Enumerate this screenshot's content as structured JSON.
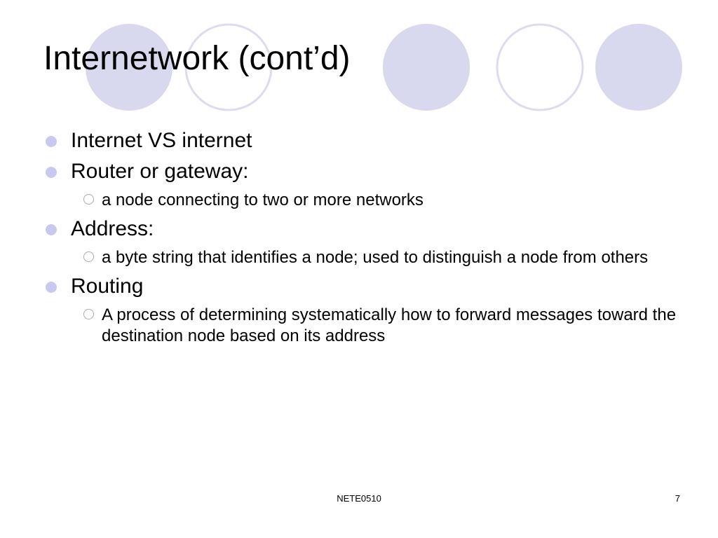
{
  "title": "Internetwork (cont’d)",
  "bullets": [
    {
      "text": "Internet VS internet"
    },
    {
      "text": "Router or gateway:"
    },
    {
      "sub": "a node connecting to two or more networks"
    },
    {
      "text": "Address:"
    },
    {
      "sub": "a byte string that identifies a node; used to distinguish a node from others"
    },
    {
      "text": "Routing"
    },
    {
      "sub": "A process of determining systematically how to forward messages toward the destination node based on its address"
    }
  ],
  "footer": {
    "course_code": "NETE0510",
    "page_number": "7"
  },
  "colors": {
    "accent_circle_fill": "#d8d8ee",
    "accent_circle_outline": "#dcdcf0",
    "bullet_fill": "#c9c9ef"
  }
}
